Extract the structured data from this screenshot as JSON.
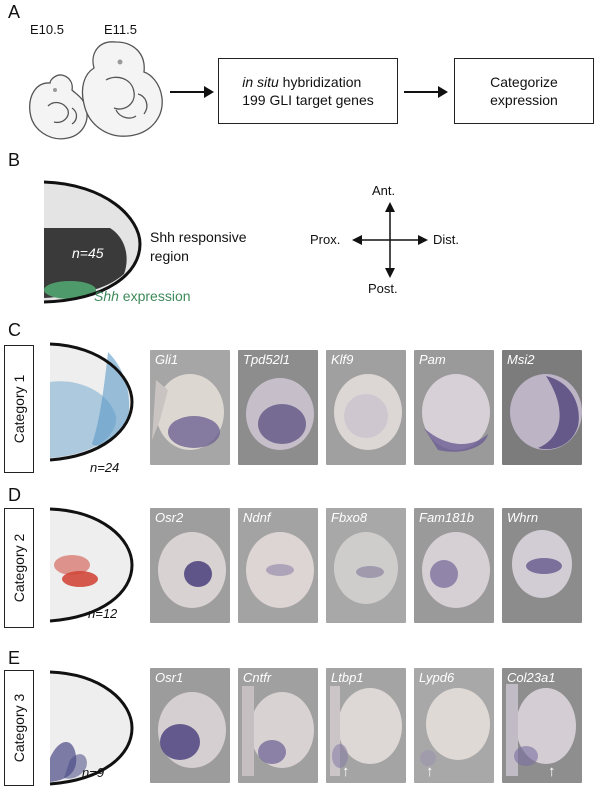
{
  "panelA": {
    "letter": "A",
    "stages": [
      "E10.5",
      "E11.5"
    ],
    "box1_line1_italic": "in situ",
    "box1_line1_rest": " hybridization",
    "box1_line2": "199 GLI target genes",
    "box2_line1": "Categorize",
    "box2_line2": "expression"
  },
  "panelB": {
    "letter": "B",
    "count": "n=45",
    "region_label_1": "Shh responsive",
    "region_label_2": "region",
    "shh_italic": "Shh",
    "shh_rest": " expression",
    "directions": {
      "ant": "Ant.",
      "post": "Post.",
      "prox": "Prox.",
      "dist": "Dist."
    },
    "colors": {
      "region": "#3a3a3a",
      "shh": "#4f9a6a"
    }
  },
  "categories": [
    {
      "letter": "C",
      "label": "Category 1",
      "count": "n=24",
      "genes": [
        "Gli1",
        "Tpd52l1",
        "Klf9",
        "Pam",
        "Msi2"
      ],
      "color": "#5b9bc8"
    },
    {
      "letter": "D",
      "label": "Category 2",
      "count": "n=12",
      "genes": [
        "Osr2",
        "Ndnf",
        "Fbxo8",
        "Fam181b",
        "Whrn"
      ],
      "color": "#d0483a"
    },
    {
      "letter": "E",
      "label": "Category 3",
      "count": "n=9",
      "genes": [
        "Osr1",
        "Cntfr",
        "Ltbp1",
        "Lypd6",
        "Col23a1"
      ],
      "color": "#4a4a86"
    }
  ]
}
